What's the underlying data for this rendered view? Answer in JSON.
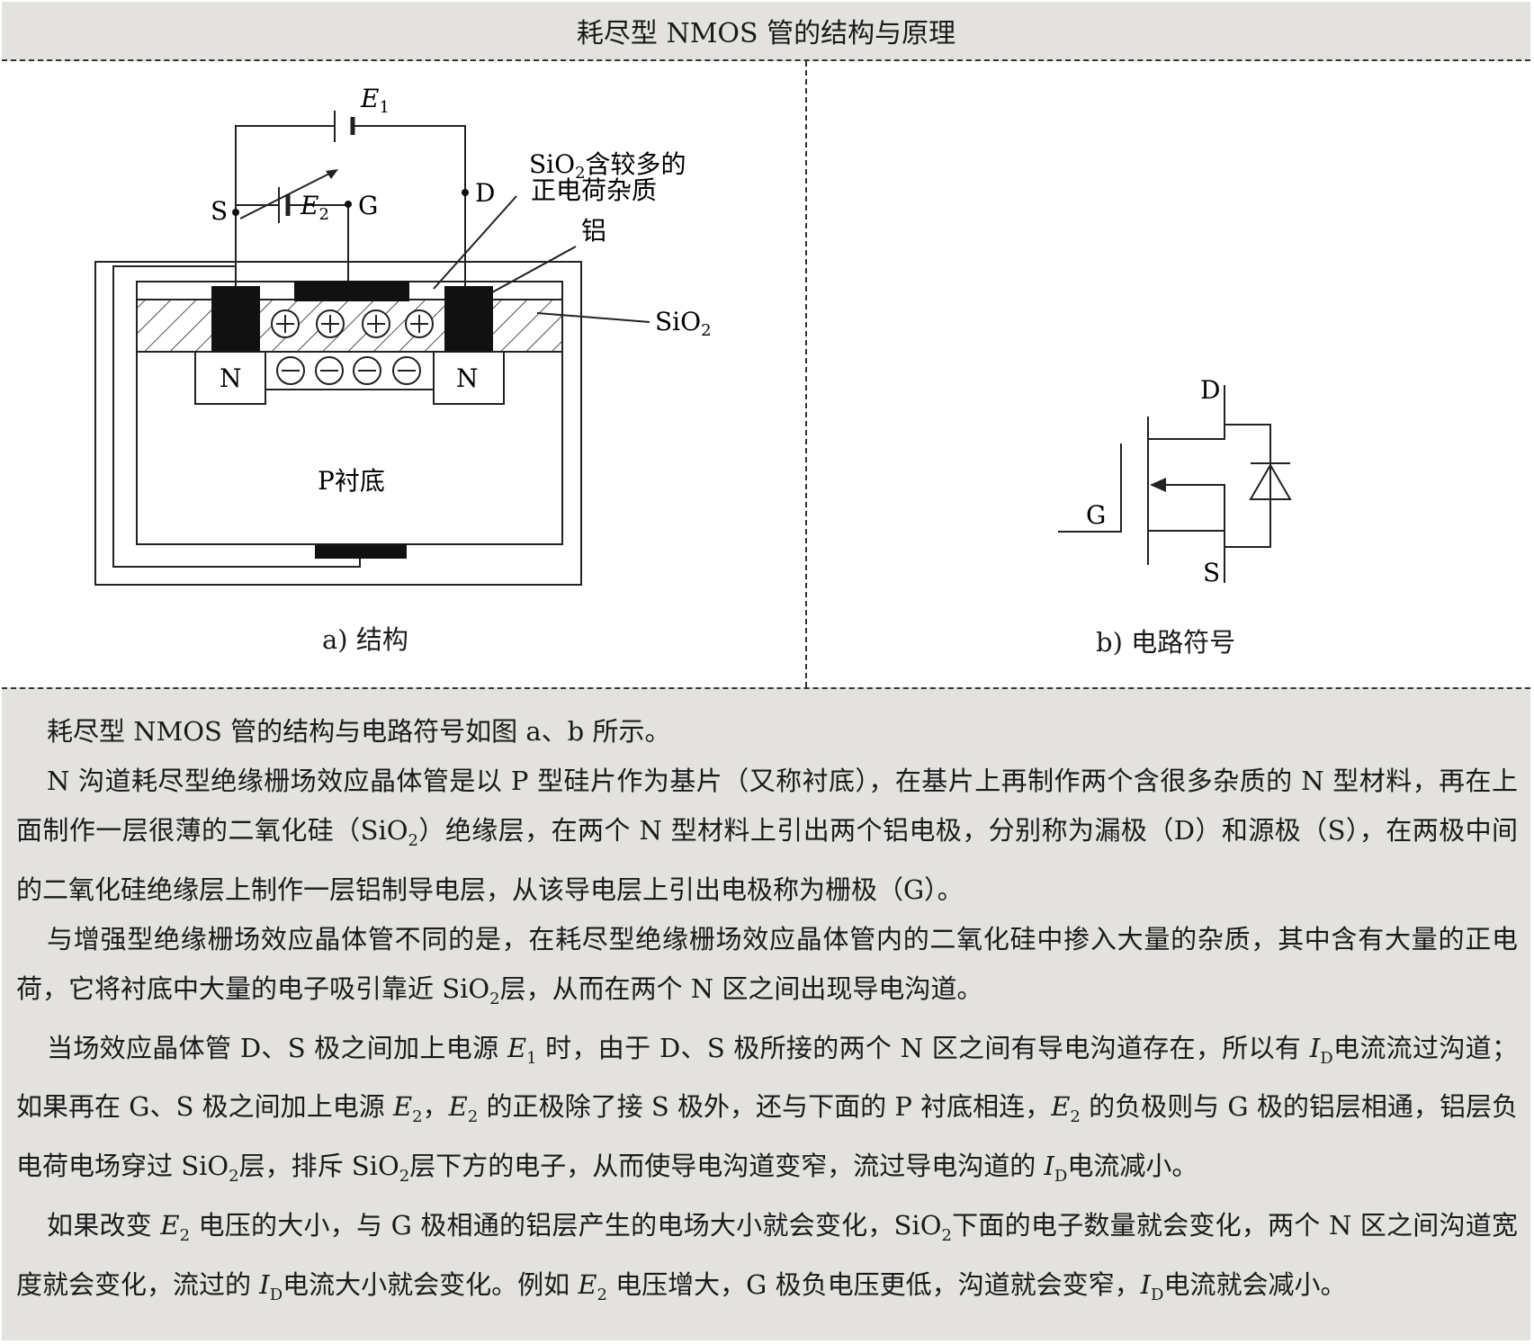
{
  "title": "耗尽型 NMOS 管的结构与原理",
  "figure_a": {
    "caption": "a) 结构",
    "labels": {
      "e1": "E",
      "e1_sub": "1",
      "e2": "E",
      "e2_sub": "2",
      "s": "S",
      "g": "G",
      "d": "D",
      "impurity_1": "SiO",
      "impurity_1_sub": "2",
      "impurity_1_rest": "含较多的",
      "impurity_2": "正电荷杂质",
      "aluminum": "铝",
      "sio2": "SiO",
      "sio2_sub": "2",
      "n_left": "N",
      "n_right": "N",
      "substrate": "P衬底"
    }
  },
  "figure_b": {
    "caption": "b) 电路符号",
    "labels": {
      "d": "D",
      "g": "G",
      "s": "S"
    }
  },
  "body": {
    "p1": "耗尽型 NMOS 管的结构与电路符号如图 a、b 所示。",
    "p2a": "N 沟道耗尽型绝缘栅场效应晶体管是以 P 型硅片作为基片（又称衬底），在基片上再制作两个含很多杂质的 N 型材料，再在上面制作一层很薄的二氧化硅（SiO",
    "p2_sub": "2",
    "p2b": "）绝缘层，在两个 N 型材料上引出两个铝电极，分别称为漏极（D）和源极（S），在两极中间的二氧化硅绝缘层上制作一层铝制导电层，从该导电层上引出电极称为栅极（G）。",
    "p3a": "与增强型绝缘栅场效应晶体管不同的是，在耗尽型绝缘栅场效应晶体管内的二氧化硅中掺入大量的杂质，其中含有大量的正电荷，它将衬底中大量的电子吸引靠近 SiO",
    "p3_sub": "2",
    "p3b": "层，从而在两个 N 区之间出现导电沟道。",
    "p4_1": "当场效应晶体管 D、S 极之间加上电源 ",
    "p4_e1": "E",
    "p4_e1_sub": "1",
    "p4_2": " 时，由于 D、S 极所接的两个 N 区之间有导电沟道存在，所以有 ",
    "p4_id1": "I",
    "p4_id1_sub": "D",
    "p4_3": "电流流过沟道；如果再在 G、S 极之间加上电源 ",
    "p4_e2a": "E",
    "p4_e2a_sub": "2",
    "p4_4": "，",
    "p4_e2b": "E",
    "p4_e2b_sub": "2",
    "p4_5": " 的正极除了接 S 极外，还与下面的 P 衬底相连，",
    "p4_e2c": "E",
    "p4_e2c_sub": "2",
    "p4_6": " 的负极则与 G 极的铝层相通，铝层负电荷电场穿过 SiO",
    "p4_sio2a_sub": "2",
    "p4_7": "层，排斥 SiO",
    "p4_sio2b_sub": "2",
    "p4_8": "层下方的电子，从而使导电沟道变窄，流过导电沟道的 ",
    "p4_id2": "I",
    "p4_id2_sub": "D",
    "p4_9": "电流减小。",
    "p5_1": "如果改变 ",
    "p5_e2a": "E",
    "p5_e2a_sub": "2",
    "p5_2": " 电压的大小，与 G 极相通的铝层产生的电场大小就会变化，SiO",
    "p5_sio2_sub": "2",
    "p5_3": "下面的电子数量就会变化，两个 N 区之间沟道宽度就会变化，流过的 ",
    "p5_id1": "I",
    "p5_id1_sub": "D",
    "p5_4": "电流大小就会变化。例如 ",
    "p5_e2b": "E",
    "p5_e2b_sub": "2",
    "p5_5": " 电压增大，G 极负电压更低，沟道就会变窄，",
    "p5_id2": "I",
    "p5_id2_sub": "D",
    "p5_6": "电流就会减小。"
  }
}
